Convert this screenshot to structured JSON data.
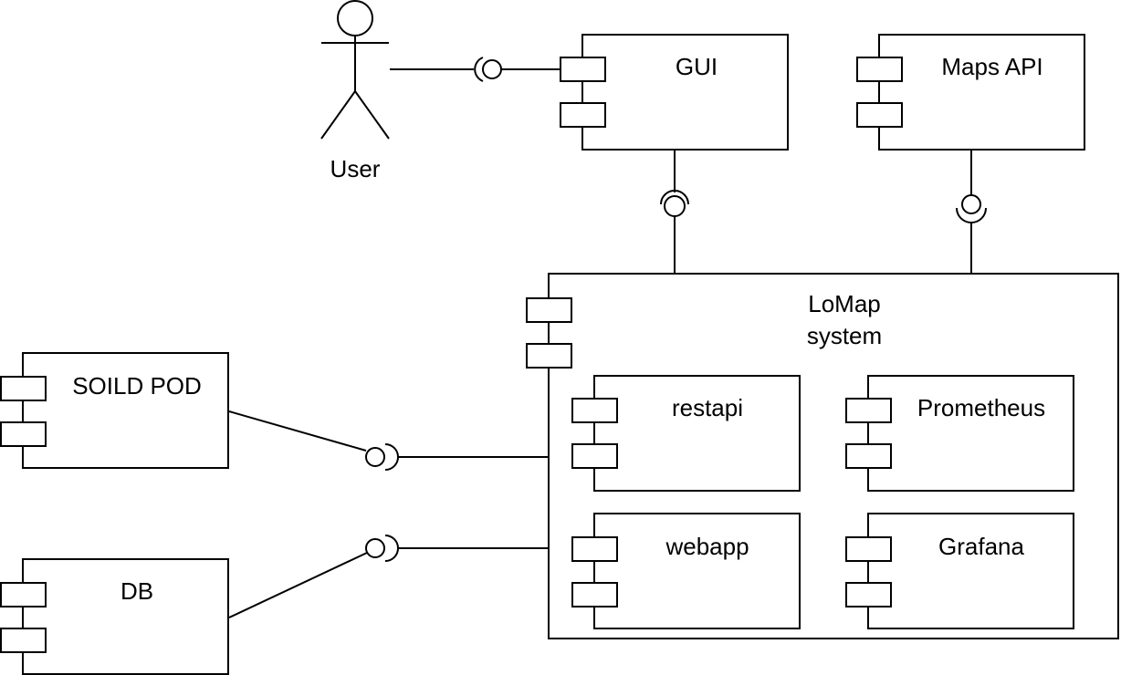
{
  "actor": {
    "label": "User"
  },
  "components": {
    "gui": {
      "label": "GUI"
    },
    "maps_api": {
      "label": "Maps API"
    },
    "lomap_system": {
      "label_line1": "LoMap",
      "label_line2": "system"
    },
    "restapi": {
      "label": "restapi"
    },
    "prometheus": {
      "label": "Prometheus"
    },
    "webapp": {
      "label": "webapp"
    },
    "grafana": {
      "label": "Grafana"
    },
    "solid_pod": {
      "label": "SOILD POD"
    },
    "db": {
      "label": "DB"
    }
  }
}
